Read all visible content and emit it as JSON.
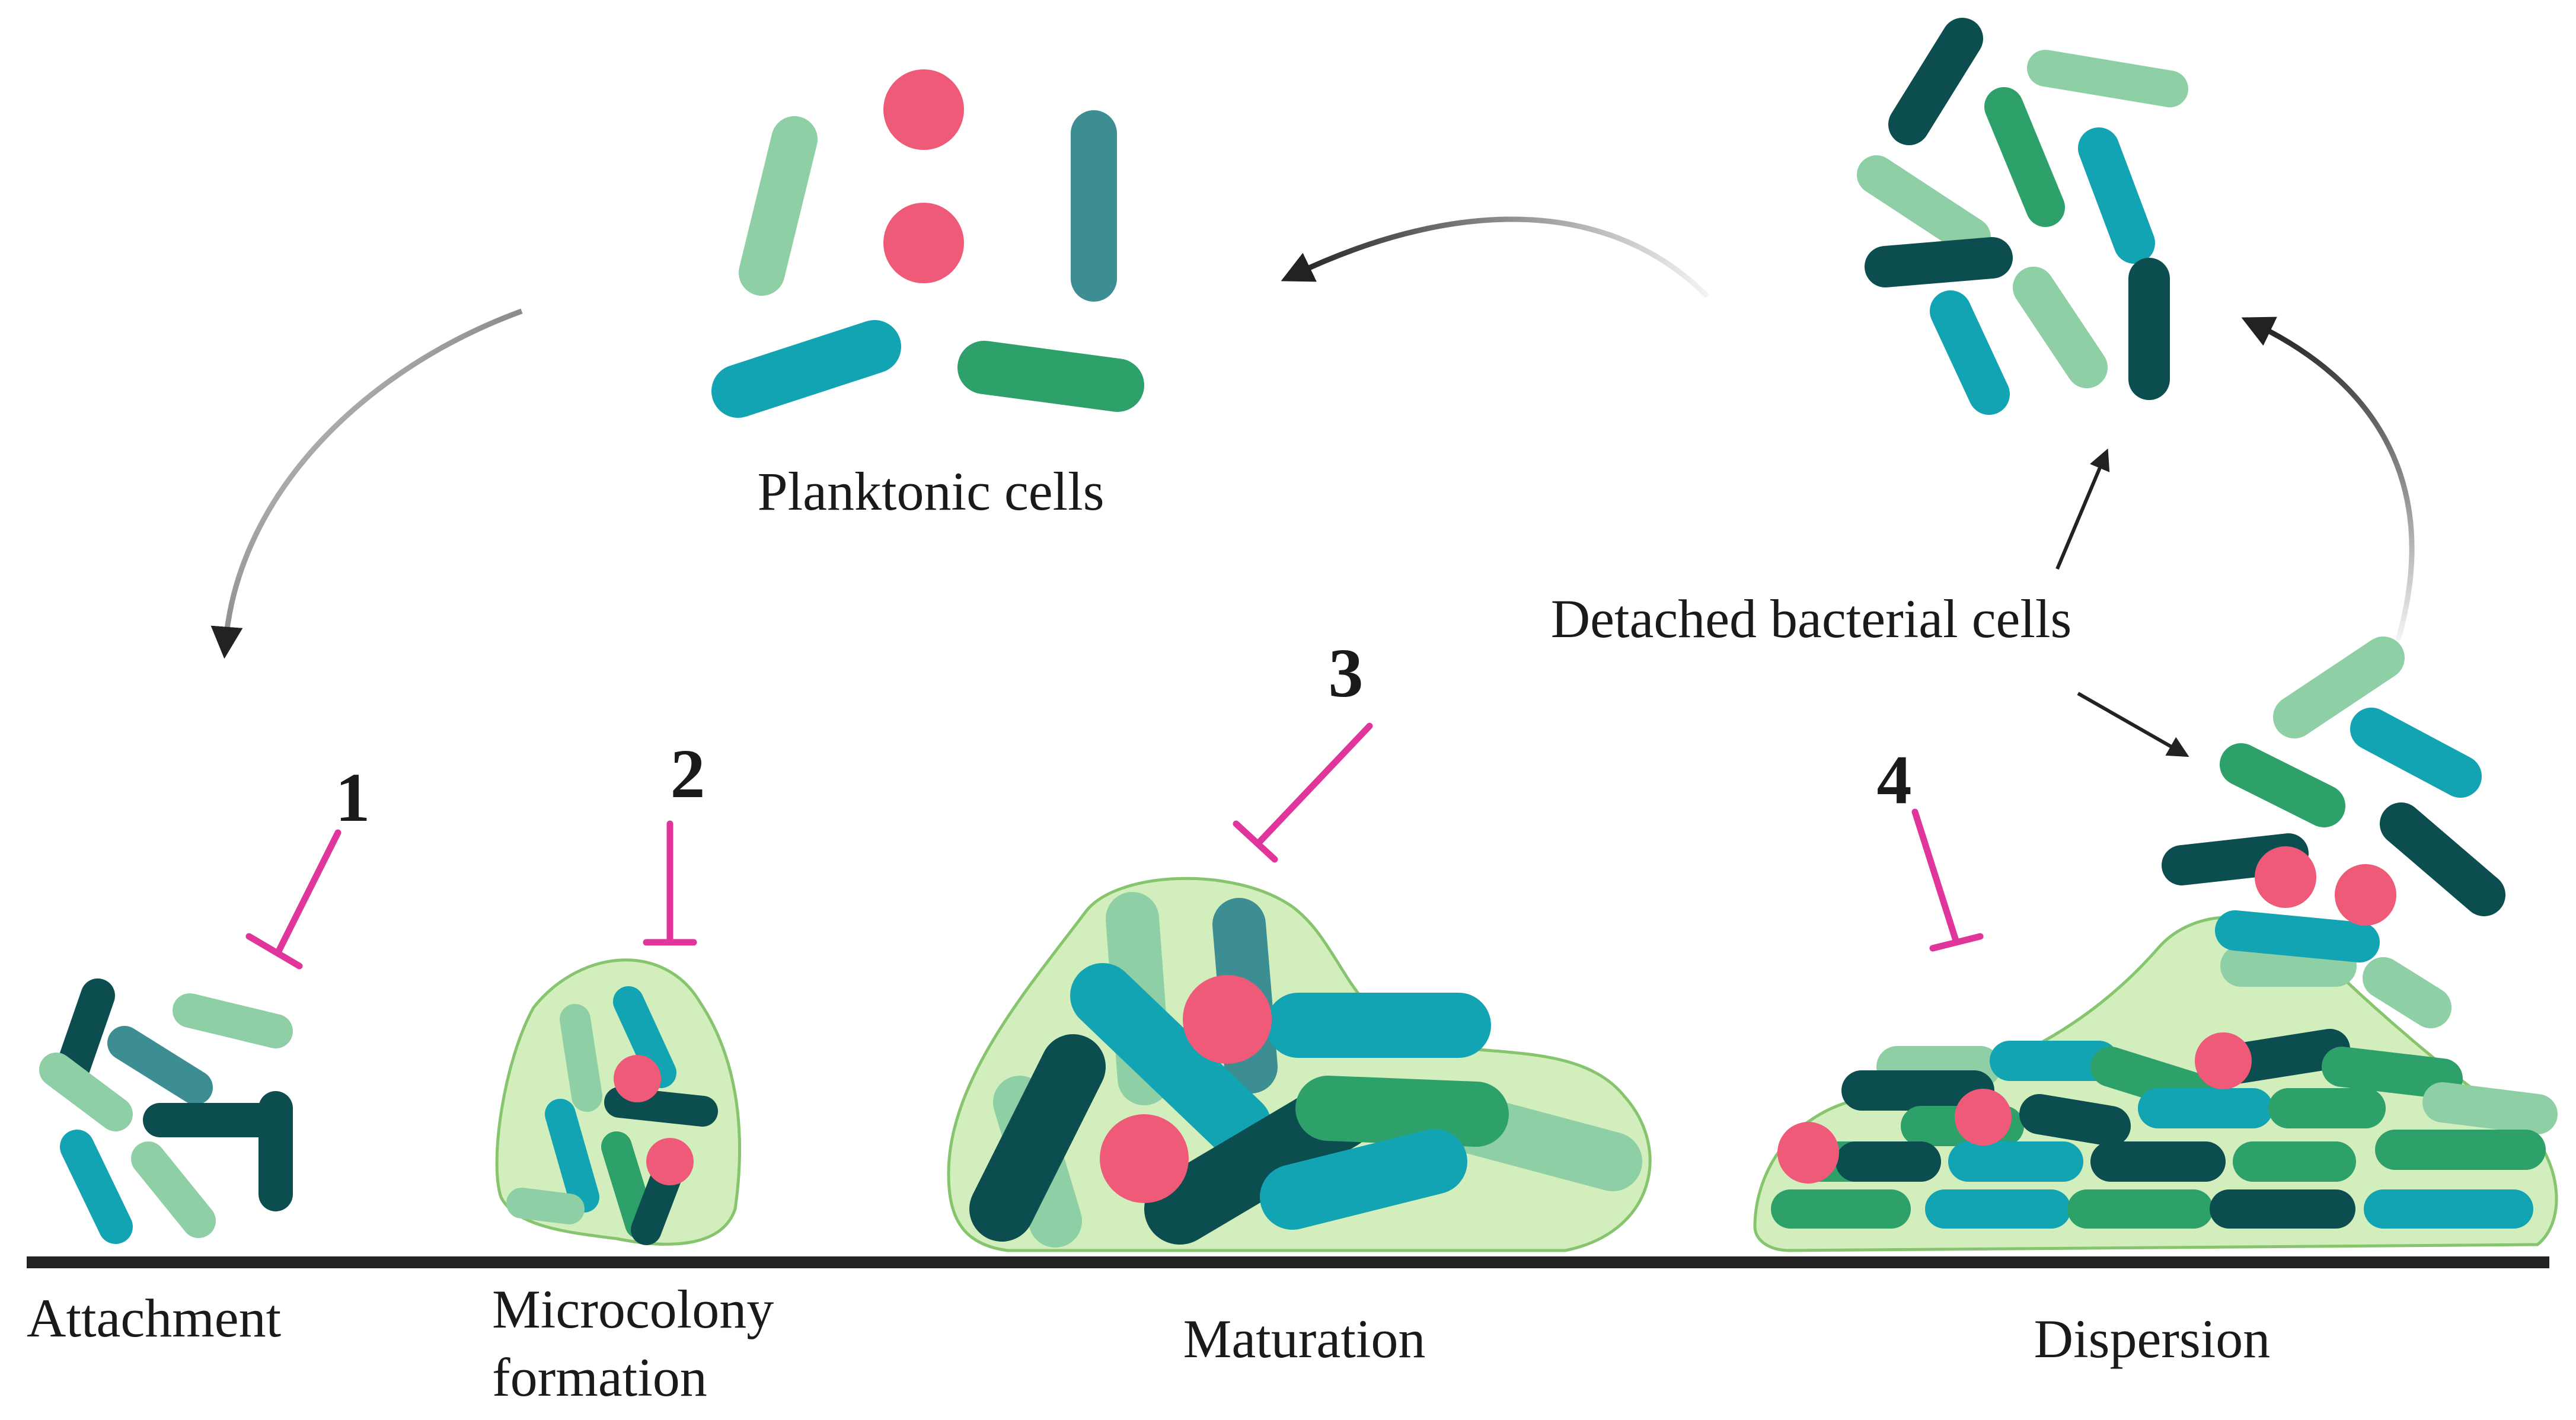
{
  "colors": {
    "light_green": "#8fcfa6",
    "green": "#2ea06a",
    "teal": "#13a4b4",
    "muted_teal": "#3d8e93",
    "dark_teal": "#0c4d4f",
    "pink": "#ef5a78",
    "matrix_fill": "#d2eebc",
    "matrix_stroke": "#86c46e",
    "inhibitor": "#e0359a",
    "ground": "#222222",
    "arrow": "#222222"
  },
  "labels": {
    "planktonic": "Planktonic cells",
    "detached": "Detached bacterial cells",
    "attachment": "Attachment",
    "microcolony_1": "Microcolony",
    "microcolony_2": "formation",
    "maturation": "Maturation",
    "dispersion": "Dispersion"
  },
  "stage_numbers": {
    "n1": "1",
    "n2": "2",
    "n3": "3",
    "n4": "4"
  }
}
